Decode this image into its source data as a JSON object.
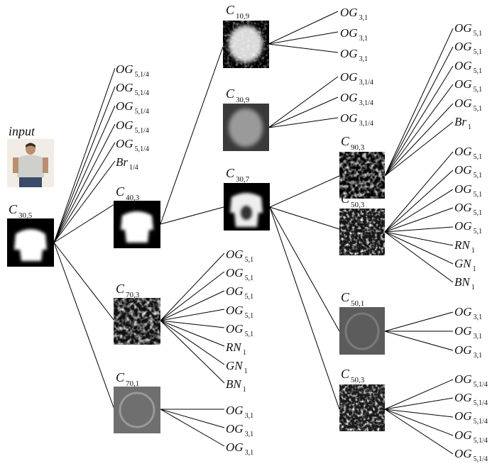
{
  "input_label": "input",
  "nodes": [
    {
      "id": "c305",
      "label": "C",
      "sub": "30,5"
    },
    {
      "id": "c403",
      "label": "C",
      "sub": "40,3"
    },
    {
      "id": "c703",
      "label": "C",
      "sub": "70,3"
    },
    {
      "id": "c701",
      "label": "C",
      "sub": "70,1"
    },
    {
      "id": "c109",
      "label": "C",
      "sub": "10,9"
    },
    {
      "id": "c309",
      "label": "C",
      "sub": "30,9"
    },
    {
      "id": "c307",
      "label": "C",
      "sub": "30,7"
    },
    {
      "id": "c903",
      "label": "C",
      "sub": "90,3"
    },
    {
      "id": "c503a",
      "label": "C",
      "sub": "50,3"
    },
    {
      "id": "c501",
      "label": "C",
      "sub": "50,1"
    },
    {
      "id": "c503b",
      "label": "C",
      "sub": "50,3"
    }
  ],
  "leaf_groups": [
    {
      "id": "g305",
      "leaves": [
        {
          "label": "OG",
          "sub": "5,1/4"
        },
        {
          "label": "OG",
          "sub": "5,1/4"
        },
        {
          "label": "OG",
          "sub": "5,1/4"
        },
        {
          "label": "OG",
          "sub": "5,1/4"
        },
        {
          "label": "OG",
          "sub": "5,1/4"
        },
        {
          "label": "Br",
          "sub": "1/4"
        }
      ]
    },
    {
      "id": "g109",
      "leaves": [
        {
          "label": "OG",
          "sub": "3,1"
        },
        {
          "label": "OG",
          "sub": "3,1"
        },
        {
          "label": "OG",
          "sub": "3,1"
        }
      ]
    },
    {
      "id": "g309",
      "leaves": [
        {
          "label": "OG",
          "sub": "3,1/4"
        },
        {
          "label": "OG",
          "sub": "3,1/4"
        },
        {
          "label": "OG",
          "sub": "3,1/4"
        }
      ]
    },
    {
      "id": "g703",
      "leaves": [
        {
          "label": "OG",
          "sub": "5,1"
        },
        {
          "label": "OG",
          "sub": "5,1"
        },
        {
          "label": "OG",
          "sub": "5,1"
        },
        {
          "label": "OG",
          "sub": "5,1"
        },
        {
          "label": "OG",
          "sub": "5,1"
        },
        {
          "label": "RN",
          "sub": "1"
        },
        {
          "label": "GN",
          "sub": "1"
        },
        {
          "label": "BN",
          "sub": "1"
        }
      ]
    },
    {
      "id": "g701",
      "leaves": [
        {
          "label": "OG",
          "sub": "3,1"
        },
        {
          "label": "OG",
          "sub": "3,1"
        },
        {
          "label": "OG",
          "sub": "3,1"
        }
      ]
    },
    {
      "id": "g903",
      "leaves": [
        {
          "label": "OG",
          "sub": "5,1"
        },
        {
          "label": "OG",
          "sub": "5,1"
        },
        {
          "label": "OG",
          "sub": "5,1"
        },
        {
          "label": "OG",
          "sub": "5,1"
        },
        {
          "label": "OG",
          "sub": "5,1"
        },
        {
          "label": "Br",
          "sub": "1"
        }
      ]
    },
    {
      "id": "g503a",
      "leaves": [
        {
          "label": "OG",
          "sub": "5,1"
        },
        {
          "label": "OG",
          "sub": "5,1"
        },
        {
          "label": "OG",
          "sub": "5,1"
        },
        {
          "label": "OG",
          "sub": "5,1"
        },
        {
          "label": "OG",
          "sub": "5,1"
        },
        {
          "label": "RN",
          "sub": "1"
        },
        {
          "label": "GN",
          "sub": "1"
        },
        {
          "label": "BN",
          "sub": "1"
        }
      ]
    },
    {
      "id": "g501",
      "leaves": [
        {
          "label": "OG",
          "sub": "3,1"
        },
        {
          "label": "OG",
          "sub": "3,1"
        },
        {
          "label": "OG",
          "sub": "3,1"
        }
      ]
    },
    {
      "id": "g503b",
      "leaves": [
        {
          "label": "OG",
          "sub": "5,1/4"
        },
        {
          "label": "OG",
          "sub": "5,1/4"
        },
        {
          "label": "OG",
          "sub": "5,1/4"
        },
        {
          "label": "OG",
          "sub": "5,1/4"
        },
        {
          "label": "OG",
          "sub": "5,1/4"
        }
      ]
    }
  ]
}
